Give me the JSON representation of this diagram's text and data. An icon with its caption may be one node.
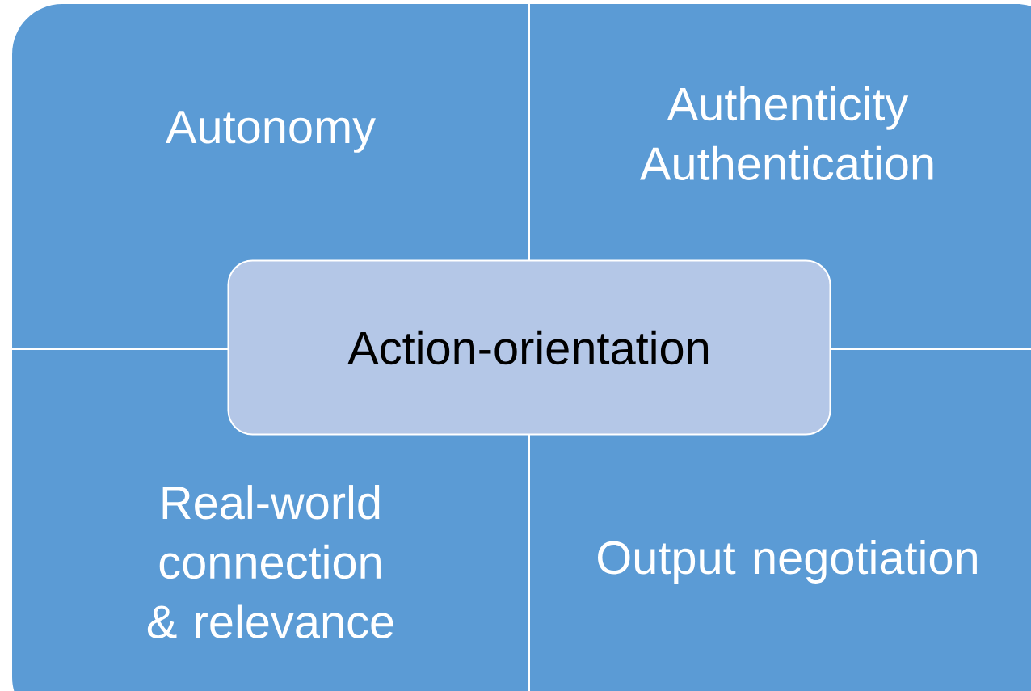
{
  "diagram": {
    "nodes": [
      {
        "text": [
          "Autonomy"
        ]
      },
      {
        "text": [
          "Authenticity Authentication"
        ]
      },
      {
        "text": [
          "Action-orientation"
        ]
      },
      {
        "text": [
          "Real-world connection & relevance"
        ]
      },
      {
        "text": [
          "Output negotiation"
        ]
      }
    ]
  }
}
